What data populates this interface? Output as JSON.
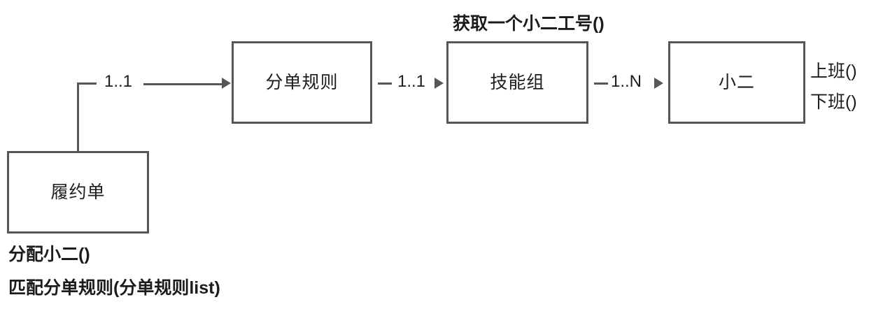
{
  "diagram": {
    "title": "",
    "colors": {
      "stroke": "#565656",
      "text": "#1c1c1c",
      "background": "#ffffff"
    },
    "entities": [
      {
        "id": "fulfillment",
        "label": "履约单"
      },
      {
        "id": "rule",
        "label": "分单规则"
      },
      {
        "id": "skillgroup",
        "label": "技能组"
      },
      {
        "id": "agent",
        "label": "小二"
      }
    ],
    "relations": [
      {
        "from": "fulfillment",
        "to": "rule",
        "multiplicity": "1..1"
      },
      {
        "from": "rule",
        "to": "skillgroup",
        "multiplicity": "1..1"
      },
      {
        "from": "skillgroup",
        "to": "agent",
        "multiplicity": "1..N"
      }
    ],
    "methods": {
      "skillgroup": [
        "获取一个小二工号()"
      ],
      "agent": [
        "上班()",
        "下班()"
      ],
      "fulfillment": [
        "分配小二()",
        "匹配分单规则(分单规则list)"
      ]
    }
  }
}
